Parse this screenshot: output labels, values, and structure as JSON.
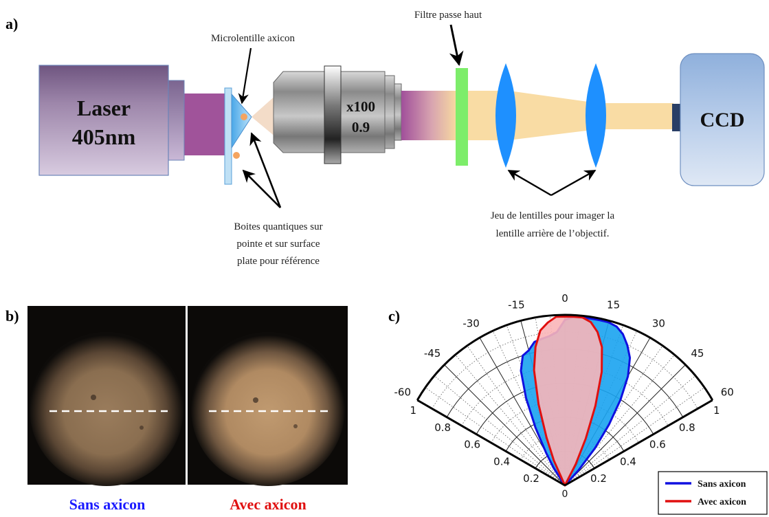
{
  "panel_a": {
    "label": "a)",
    "laser": {
      "line1": "Laser",
      "line2": "405nm"
    },
    "microlens_label": "Microlentille axicon",
    "objective": {
      "line1": "x100",
      "line2": "0.9"
    },
    "filter_label": "Filtre passe haut",
    "ccd_label": "CCD",
    "qd_caption": [
      "Boites quantiques sur",
      "pointe et sur surface",
      "plate pour référence"
    ],
    "lens_caption": [
      "Jeu de lentilles pour imager la",
      "lentille arrière de l’objectif."
    ],
    "colors": {
      "laser_box": "#8a6f9a",
      "beam_violet": "#a0539a",
      "beam_yellow": "#f7d9a0",
      "filter": "#7ded6a",
      "lens": "#1e90ff",
      "ccd": "#a9c3e6",
      "quantum_dot": "#f4a460"
    }
  },
  "panel_b": {
    "label": "b)",
    "left_caption": "Sans axicon",
    "right_caption": "Avec axicon",
    "colors": {
      "left_caption": "#1a1aff",
      "right_caption": "#e01010"
    }
  },
  "panel_c": {
    "label": "c)",
    "angle_labels": [
      "-60",
      "-45",
      "-30",
      "-15",
      "0",
      "15",
      "30",
      "45",
      "60"
    ],
    "radius_labels": [
      "0.2",
      "0.4",
      "0.6",
      "0.8",
      "1"
    ],
    "center_label": "0",
    "legend": [
      {
        "name": "Sans axicon",
        "color": "#1010e0"
      },
      {
        "name": "Avec axicon",
        "color": "#e01010"
      }
    ]
  },
  "chart_data": {
    "type": "polar",
    "theta_range_deg": [
      -60,
      60
    ],
    "r_range": [
      0,
      1
    ],
    "theta_ticks": [
      -60,
      -45,
      -30,
      -15,
      0,
      15,
      30,
      45,
      60
    ],
    "r_ticks": [
      0.2,
      0.4,
      0.6,
      0.8,
      1
    ],
    "series": [
      {
        "name": "Sans axicon",
        "color": "#1010e0",
        "fill": "#1aa3f0",
        "theta": [
          -33,
          -30,
          -27,
          -24,
          -21,
          -18,
          -15,
          -12,
          -9,
          -6,
          -3,
          0,
          3,
          6,
          9,
          12,
          15,
          18,
          21,
          24,
          27,
          30,
          33,
          36,
          39,
          42
        ],
        "r": [
          0.12,
          0.22,
          0.38,
          0.56,
          0.72,
          0.8,
          0.82,
          0.86,
          0.87,
          0.88,
          0.9,
          0.97,
          0.99,
          0.99,
          0.99,
          0.99,
          0.99,
          0.98,
          0.95,
          0.9,
          0.84,
          0.74,
          0.6,
          0.44,
          0.28,
          0.12
        ]
      },
      {
        "name": "Avec axicon",
        "color": "#e01010",
        "fill": "#f9b5b8",
        "theta": [
          -24,
          -21,
          -18,
          -15,
          -12,
          -9,
          -6,
          -3,
          0,
          3,
          6,
          9,
          12,
          15,
          18,
          21,
          24,
          27
        ],
        "r": [
          0.16,
          0.3,
          0.5,
          0.7,
          0.83,
          0.92,
          0.96,
          0.99,
          0.99,
          0.99,
          0.99,
          0.97,
          0.92,
          0.84,
          0.7,
          0.5,
          0.3,
          0.14
        ]
      }
    ]
  }
}
